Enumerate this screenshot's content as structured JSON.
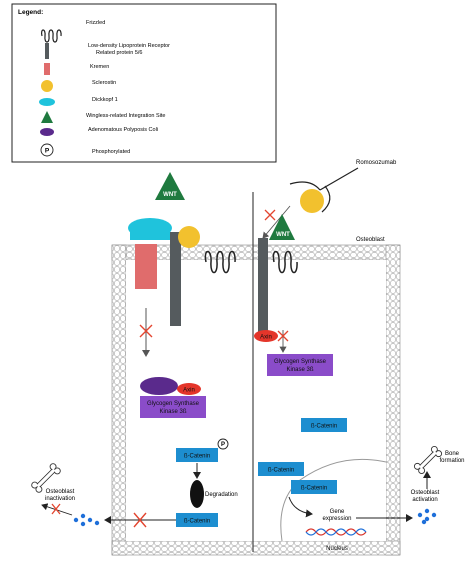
{
  "legend": {
    "title": "Legend:",
    "items": [
      {
        "icon": "frizzled-coil-icon",
        "label": "Frizzled"
      },
      {
        "icon": "lrp-bar-icon",
        "label_line1": "Low-density Lipoprotein Receptor",
        "label_line2": "Related protein 5/6"
      },
      {
        "icon": "kremen-rect-icon",
        "label": "Kremen"
      },
      {
        "icon": "sclerostin-circle-icon",
        "label": "Sclerostin"
      },
      {
        "icon": "dickkopf-ellipse-icon",
        "label": "Dickkopf 1"
      },
      {
        "icon": "wnt-triangle-icon",
        "label": "Wingless-related Integration Site"
      },
      {
        "icon": "apc-ellipse-icon",
        "label": "Adenomatous Polyposis Coli"
      },
      {
        "icon": "phosphorylated-circle-icon",
        "label": "Phosphorylated"
      }
    ],
    "phospho_symbol": "P"
  },
  "left_panel": {
    "wnt_label": "WNT",
    "axin_label": "Axin",
    "gsk_line1": "Glycogen Synthase",
    "gsk_line2": "Kinase 3ß",
    "beta_catenin_label": "ß-Catenin",
    "beta_catenin_degraded_label": "ß-Catenin",
    "degradation_label": "Degradation",
    "phospho_symbol": "P",
    "inactivation_line1": "Osteoblast",
    "inactivation_line2": "inactivation"
  },
  "right_panel": {
    "romosozumab_label": "Romosozumab",
    "wnt_label": "WNT",
    "osteoblast_label": "Osteoblast",
    "axin_label": "Axin",
    "gsk_line1": "Glycogen Synthase",
    "gsk_line2": "Kinase 3ß",
    "beta_catenin_cyto": "ß-Catenin",
    "beta_catenin_nuc1": "ß-Catenin",
    "beta_catenin_nuc2": "ß-Catenin",
    "gene_line1": "Gene",
    "gene_line2": "expression",
    "nucleus_label": "Nucleus",
    "activation_line1": "Osteoblast",
    "activation_line2": "activation",
    "bone_line1": "Bone",
    "bone_line2": "formation"
  },
  "colors": {
    "wnt_green": "#1f7a3f",
    "kremen_red": "#e06c6c",
    "lrp_gray": "#555b5e",
    "sclerostin_yellow": "#f2c12e",
    "dickkopf_cyan": "#1fc3dc",
    "apc_purple": "#5a2a8c",
    "axin_red": "#e4352a",
    "gsk_purple": "#8a4cc9",
    "catenin_blue": "#1d8ed0",
    "inhibit_red": "#e3452f",
    "membrane_gray": "#9a9a9a",
    "dot_blue": "#1e6fd9"
  }
}
